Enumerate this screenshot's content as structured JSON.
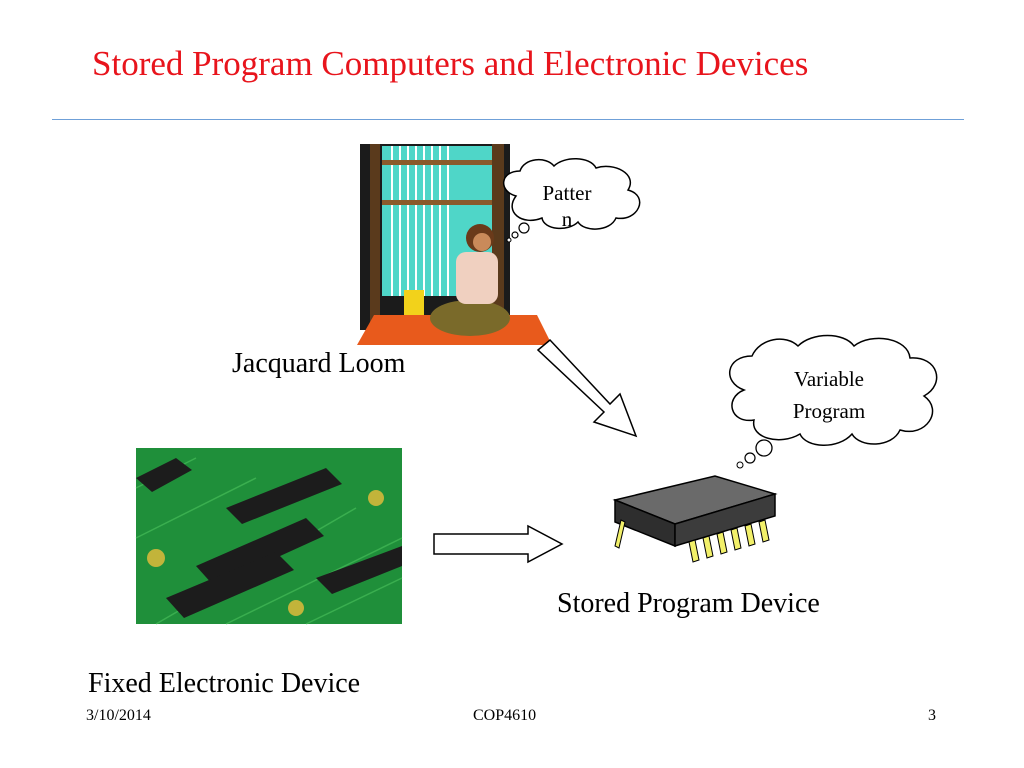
{
  "slide": {
    "title": "Stored Program Computers and Electronic Devices",
    "loom_label": "Jacquard Loom",
    "stored_device_label": "Stored Program Device",
    "fixed_device_label": "Fixed Electronic Device",
    "loom_thought": [
      "Patter",
      "n"
    ],
    "chip_thought": [
      "Variable",
      "Program"
    ]
  },
  "footer": {
    "date": "3/10/2014",
    "course": "COP4610",
    "page": "3"
  },
  "colors": {
    "title": "#e8141c",
    "rule": "#6fa0d8",
    "pcb": "#1f8f3a",
    "chip": "#3a3a3a"
  }
}
